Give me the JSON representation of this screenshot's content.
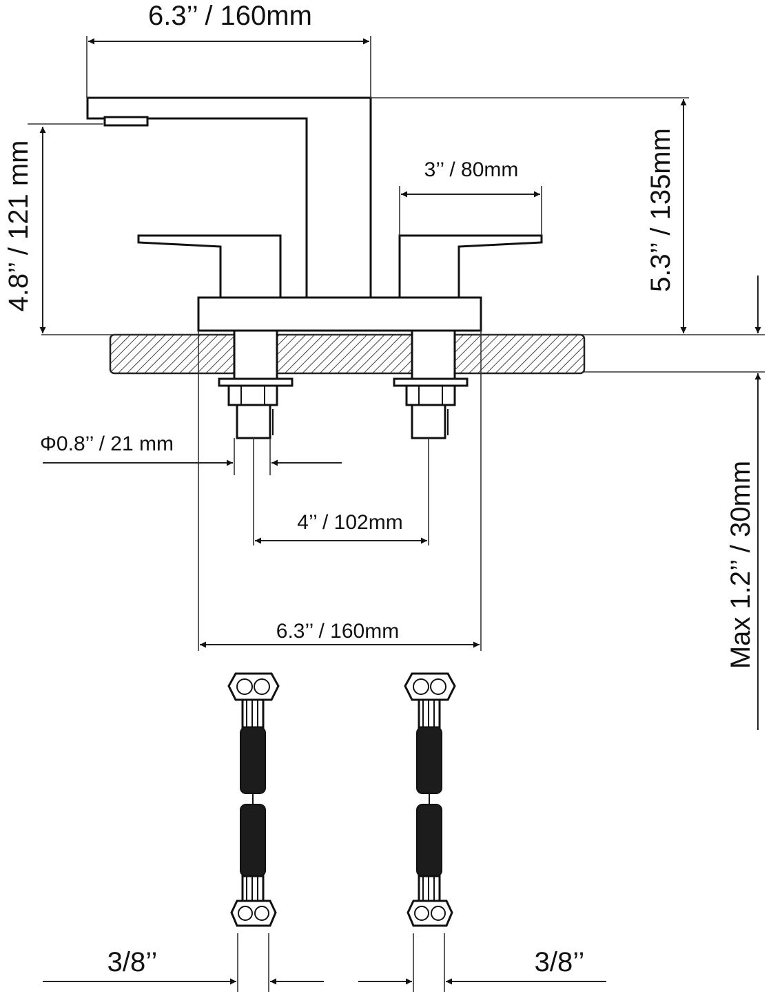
{
  "dimensions": {
    "spout_reach": "6.3’’ / 160mm",
    "total_height": "5.3’’ / 135mm",
    "spout_height": "4.8’’ / 121 mm",
    "handle_length": "3’’ / 80mm",
    "shank_diameter": "Φ0.8’’ / 21 mm",
    "center_spread": "4’’ / 102mm",
    "base_width": "6.3’’ / 160mm",
    "max_deck_thickness": "Max 1.2’’ / 30mm",
    "left_connector": "3/8’’",
    "right_connector": "3/8’’"
  }
}
